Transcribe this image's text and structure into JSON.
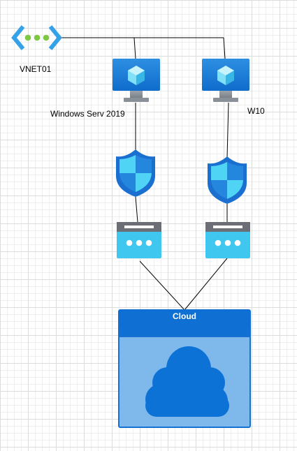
{
  "vnet": {
    "label": "VNET01",
    "icon": "virtual-network-icon"
  },
  "vms": [
    {
      "label": "Windows Serv 2019",
      "icon": "virtual-machine-icon"
    },
    {
      "label": "W10",
      "icon": "virtual-machine-icon"
    }
  ],
  "security_icon": "shield-icon",
  "nic_icon": "network-interface-icon",
  "cloud": {
    "title": "Cloud",
    "icon": "cloud-icon"
  },
  "colors": {
    "azure_blue": "#1E7BD8",
    "azure_light": "#5FC8F4",
    "cloud_fill": "#7FB9EC",
    "cloud_shape": "#0D72D6",
    "vnet_green": "#7CC842"
  }
}
